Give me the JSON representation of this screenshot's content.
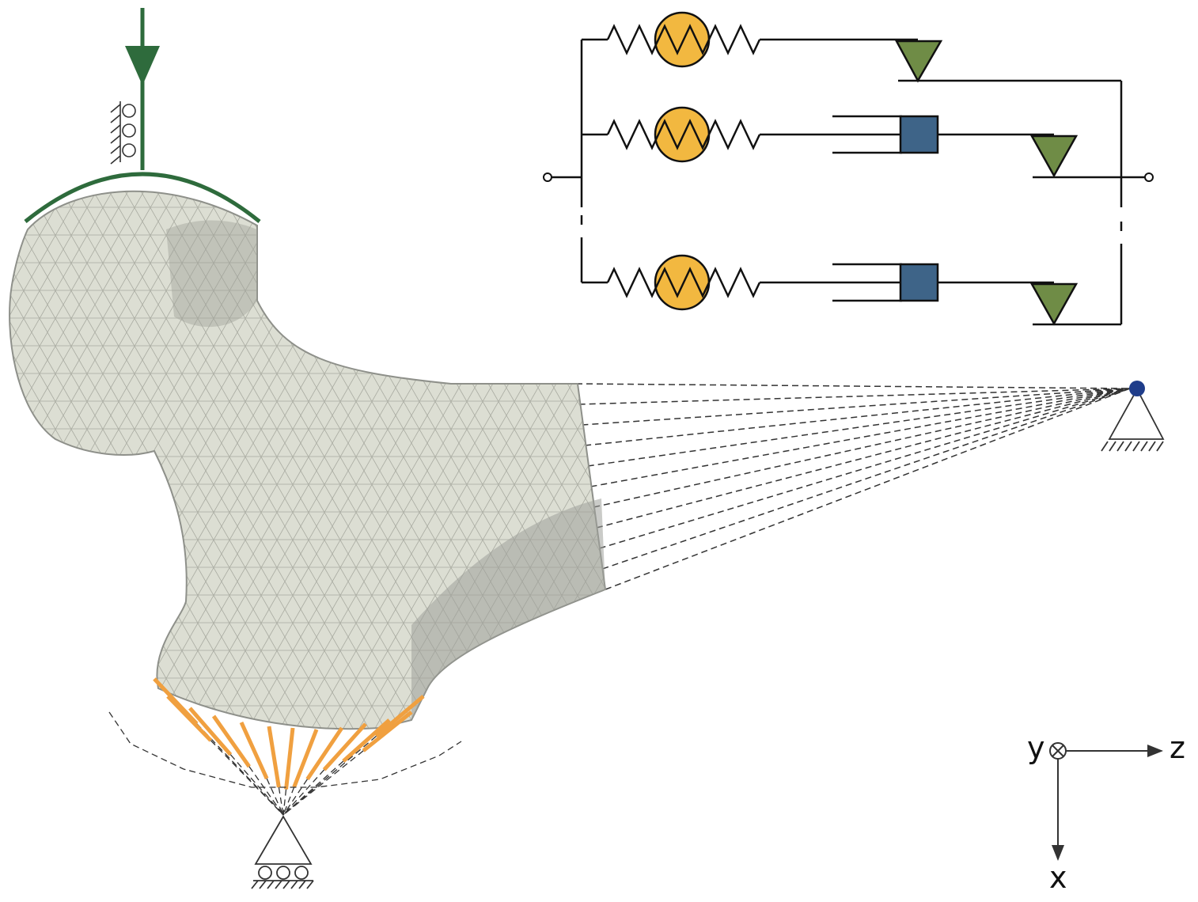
{
  "axes": {
    "y_label": "y",
    "z_label": "z",
    "x_label": "x"
  },
  "colors": {
    "load_green": "#2e6b3c",
    "spring_ball": "#f2b840",
    "dashpot_blue": "#3e6488",
    "slider_green": "#6f8c46",
    "spring_orange": "#f0a040",
    "node_blue": "#1f3d8a",
    "bone_fill": "#d9dbd0"
  }
}
